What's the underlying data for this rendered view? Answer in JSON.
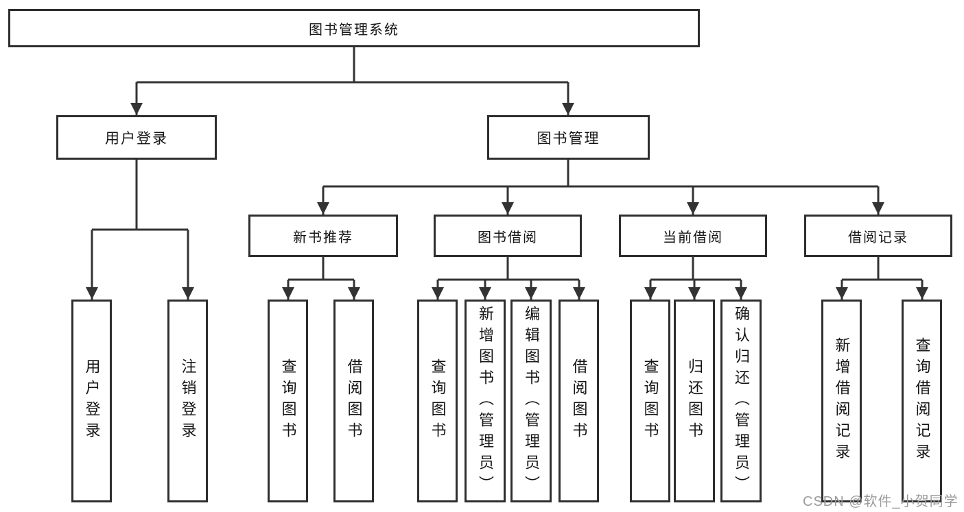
{
  "title": "图书管理系统",
  "watermark": "CSDN @软件_小贺同学",
  "colors": {
    "line": "#333333",
    "border": "#2e2e2e",
    "text": "#151515",
    "background": "#ffffff",
    "watermark": "#9b9b9b"
  },
  "nodes": {
    "root": "图书管理系统",
    "level2": [
      "用户登录",
      "图书管理"
    ],
    "level3": [
      "新书推荐",
      "图书借阅",
      "当前借阅",
      "借阅记录"
    ],
    "leaves_user_login": [
      "用户登录",
      "注销登录"
    ],
    "leaves_new_book": [
      "查询图书",
      "借阅图书"
    ],
    "leaves_book_borrow": [
      "查询图书",
      "新增图书（管理员）",
      "编辑图书（管理员）",
      "借阅图书"
    ],
    "leaves_current_borrow": [
      "查询图书",
      "归还图书",
      "确认归还（管理员）"
    ],
    "leaves_borrow_records": [
      "新增借阅记录",
      "查询借阅记录"
    ]
  },
  "hierarchy": {
    "图书管理系统": [
      "用户登录",
      "图书管理"
    ],
    "用户登录": [
      "用户登录",
      "注销登录"
    ],
    "图书管理": [
      "新书推荐",
      "图书借阅",
      "当前借阅",
      "借阅记录"
    ],
    "新书推荐": [
      "查询图书",
      "借阅图书"
    ],
    "图书借阅": [
      "查询图书",
      "新增图书（管理员）",
      "编辑图书（管理员）",
      "借阅图书"
    ],
    "当前借阅": [
      "查询图书",
      "归还图书",
      "确认归还（管理员）"
    ],
    "借阅记录": [
      "新增借阅记录",
      "查询借阅记录"
    ]
  }
}
